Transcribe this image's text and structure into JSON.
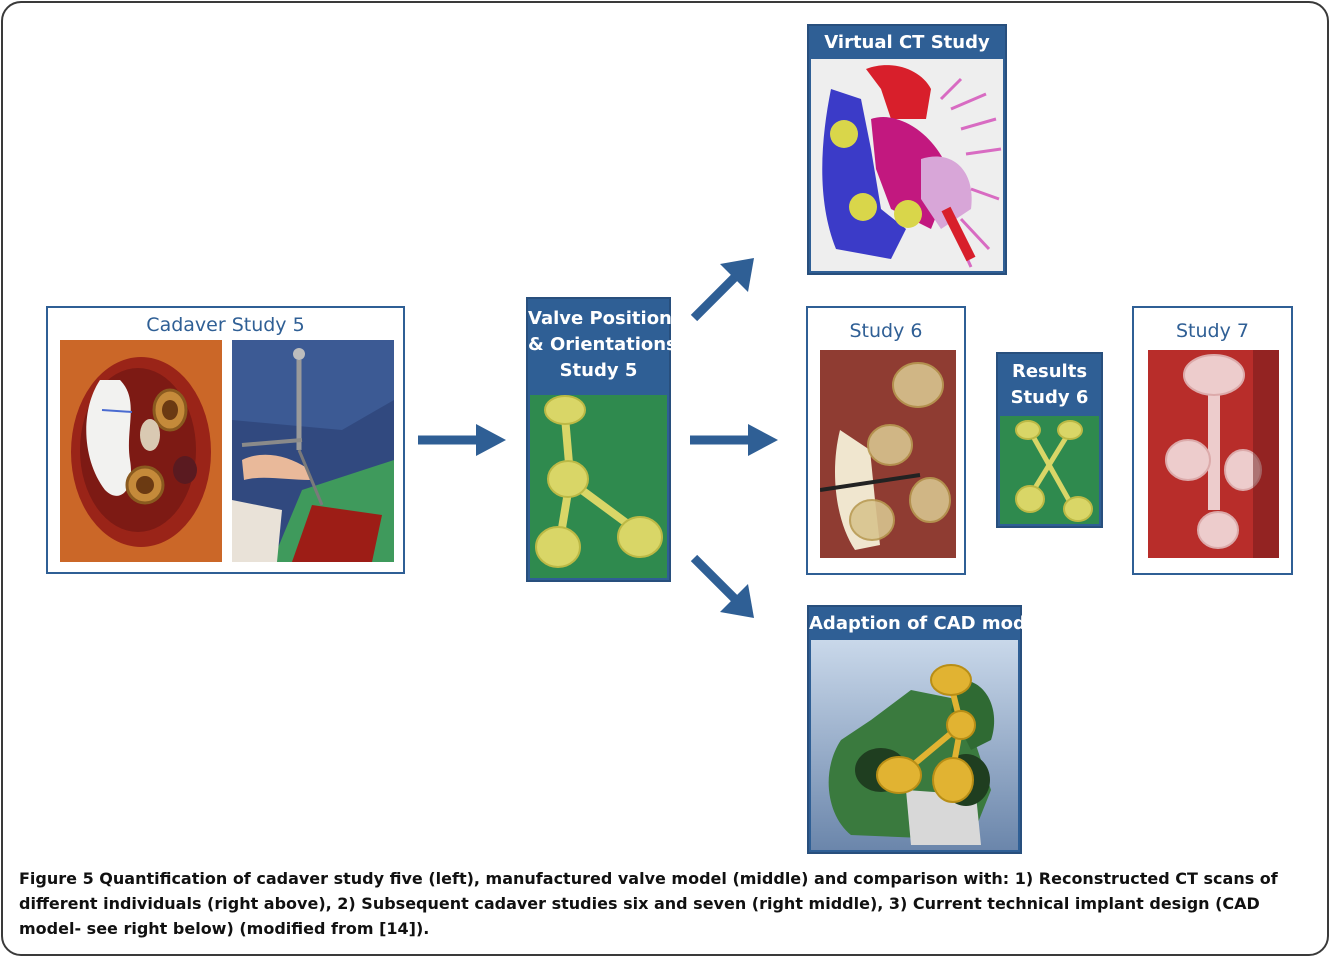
{
  "panels": {
    "cadaver5": {
      "title": "Cadaver Study 5"
    },
    "valve": {
      "title_lines": [
        "Valve Positions",
        "& Orientations",
        "Study 5"
      ]
    },
    "ct": {
      "title": "Virtual CT Study"
    },
    "study6": {
      "title": "Study 6"
    },
    "results6": {
      "title_lines": [
        "Results",
        "Study 6"
      ]
    },
    "study7": {
      "title": "Study 7"
    },
    "cad": {
      "title": "Adaption of CAD model"
    }
  },
  "caption": {
    "label": "Figure 5",
    "text": " Quantification of cadaver study five (left), manufactured valve model (middle) and comparison with: 1) Reconstructed CT scans of different individuals (right above), 2) Subsequent cadaver studies six and seven (right middle), 3) Current technical implant design (CAD model- see right below) (modified from [14])."
  },
  "colors": {
    "accent": "#2f5f95",
    "arrow": "#2f5f95",
    "tissue": "#b5281d",
    "valve_yellow": "#e8dd6a",
    "green_bg": "#2f8a4e"
  }
}
